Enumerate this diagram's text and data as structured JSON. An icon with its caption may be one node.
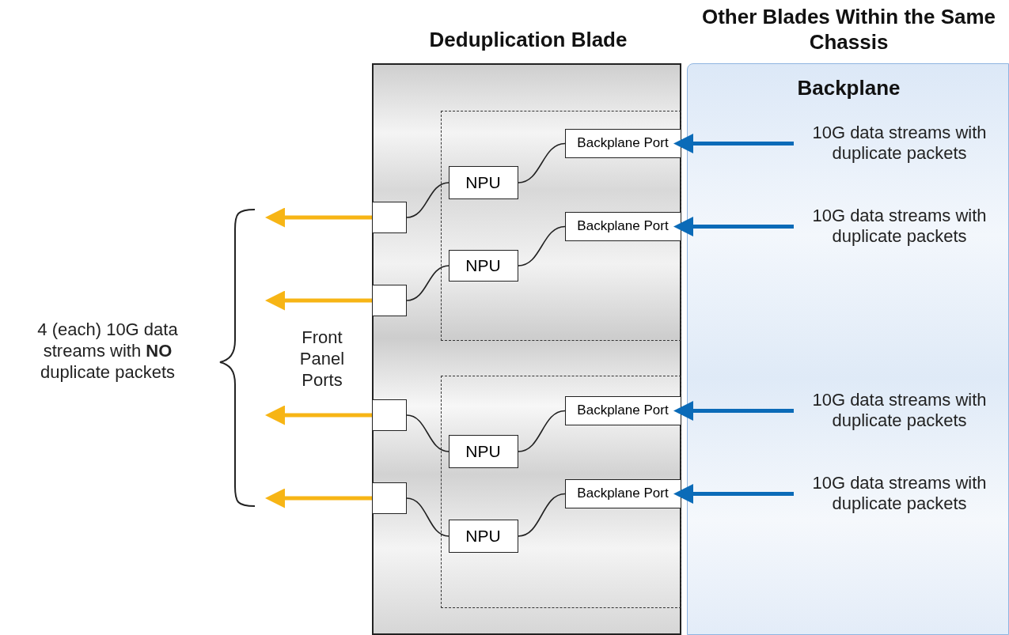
{
  "diagram": {
    "nodes": [
      {
        "text": [
          "Deduplication Blade"
        ]
      },
      {
        "text": [
          "Other Blades Within the Same Chassis",
          "Backplane"
        ]
      },
      {
        "text": [],
        "shape": "box",
        "in": 0
      },
      {
        "text": [],
        "shape": "box",
        "in": 0
      },
      {
        "text": [
          "Backplane Port"
        ],
        "in": 2
      },
      {
        "text": [
          "NPU"
        ],
        "in": 2
      },
      {
        "text": [
          "Backplane Port"
        ],
        "in": 2
      },
      {
        "text": [
          "NPU"
        ],
        "in": 2
      },
      {
        "text": [
          "Backplane Port"
        ],
        "in": 3
      },
      {
        "text": [
          "NPU"
        ],
        "in": 3
      },
      {
        "text": [
          "Backplane Port"
        ],
        "in": 3
      },
      {
        "text": [
          "NPU"
        ],
        "in": 3
      },
      {
        "text": [],
        "shape": "box",
        "in": 0
      },
      {
        "text": [],
        "shape": "box",
        "in": 0
      },
      {
        "text": [],
        "shape": "box",
        "in": 0
      },
      {
        "text": [],
        "shape": "box",
        "in": 0
      },
      {
        "text": [
          "10G data streams with duplicate packets"
        ],
        "in": 1
      },
      {
        "text": [
          "10G data streams with duplicate packets"
        ],
        "in": 1
      },
      {
        "text": [
          "10G data streams with duplicate packets"
        ],
        "in": 1
      },
      {
        "text": [
          "10G data streams with duplicate packets"
        ],
        "in": 1
      }
    ],
    "edges": [
      {
        "from": 16,
        "to": 4,
        "arrow": "to",
        "style": "thick",
        "color": "#0b6bb8"
      },
      {
        "from": 4,
        "to": 5,
        "arrow": "none"
      },
      {
        "from": 5,
        "to": 12,
        "arrow": "none"
      },
      {
        "from": 12,
        "to": null,
        "arrow": "to",
        "style": "thick",
        "color": "#f7b515"
      },
      {
        "from": 17,
        "to": 6,
        "arrow": "to",
        "style": "thick",
        "color": "#0b6bb8"
      },
      {
        "from": 6,
        "to": 7,
        "arrow": "none"
      },
      {
        "from": 7,
        "to": 13,
        "arrow": "none"
      },
      {
        "from": 13,
        "to": null,
        "arrow": "to",
        "style": "thick",
        "color": "#f7b515"
      },
      {
        "from": 18,
        "to": 8,
        "arrow": "to",
        "style": "thick",
        "color": "#0b6bb8"
      },
      {
        "from": 8,
        "to": 9,
        "arrow": "none"
      },
      {
        "from": 9,
        "to": 14,
        "arrow": "none"
      },
      {
        "from": 14,
        "to": null,
        "arrow": "to",
        "style": "thick",
        "color": "#f7b515"
      },
      {
        "from": 19,
        "to": 10,
        "arrow": "to",
        "style": "thick",
        "color": "#0b6bb8"
      },
      {
        "from": 10,
        "to": 11,
        "arrow": "none"
      },
      {
        "from": 11,
        "to": 15,
        "arrow": "none"
      },
      {
        "from": 15,
        "to": null,
        "arrow": "to",
        "style": "thick",
        "color": "#f7b515"
      }
    ],
    "labels": [
      "4 (each) 10G data streams with **NO** duplicate packets",
      "Front Panel Ports"
    ]
  }
}
